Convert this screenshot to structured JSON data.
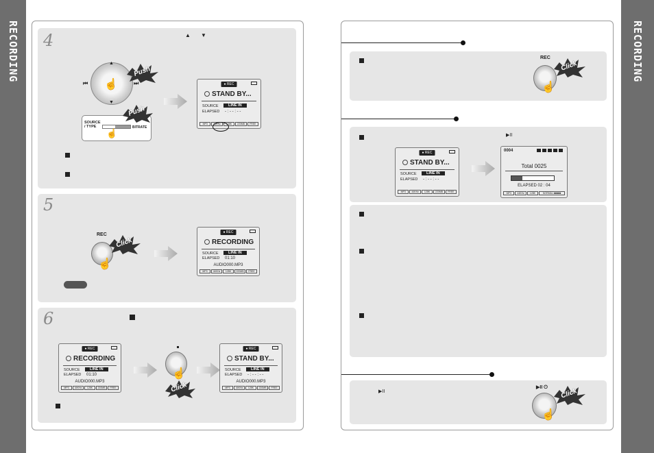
{
  "sidebar": {
    "left_title": "RECORDING",
    "right_title": "RECORDING"
  },
  "step4": {
    "num": "4",
    "up_icon": "▲",
    "down_icon": "▼",
    "push_label_1": "Push",
    "push_label_2": "Push",
    "source_type": "SOURCE\n/ TYPE",
    "bitrate": "BITRATE",
    "lcd": {
      "tag": "● REC",
      "title": "STAND BY...",
      "source": "SOURCE",
      "source_val": "LINE IN",
      "elapsed": "ELAPSED",
      "elapsed_val": "- : - - : - -",
      "status": [
        "MP3",
        "44KHz",
        "128K",
        "220MB",
        "FREE"
      ]
    }
  },
  "step5": {
    "num": "5",
    "rec_label": "REC",
    "click_label": "Click",
    "lcd": {
      "tag": "● REC",
      "title": "RECORDING",
      "source": "SOURCE",
      "source_val": "LINE IN",
      "elapsed": "ELAPSED",
      "elapsed_val": "01:10",
      "file": "AUDIO000.MP3",
      "status": [
        "MP3",
        "44KHz",
        "128K",
        "220MB",
        "FREE"
      ]
    }
  },
  "step6": {
    "num": "6",
    "click_label": "Click",
    "lcd1": {
      "tag": "● REC",
      "title": "RECORDING",
      "source": "SOURCE",
      "source_val": "LINE IN",
      "elapsed": "ELAPSED",
      "elapsed_val": "01:10",
      "file": "AUDIO000.MP3",
      "status": [
        "MP3",
        "44KHz",
        "128K",
        "220MB",
        "FREE"
      ]
    },
    "lcd2": {
      "tag": "● REC",
      "title": "STAND BY...",
      "source": "SOURCE",
      "source_val": "LINE IN",
      "elapsed": "ELAPSED",
      "elapsed_val": "- : - - : - -",
      "file": "AUDIO000.MP3",
      "status": [
        "MP3",
        "44KHz",
        "128K",
        "220MB",
        "FREE"
      ]
    }
  },
  "right1": {
    "rec_label": "REC",
    "click_label": "Click"
  },
  "right2": {
    "play_icon": "▶II",
    "lcd1": {
      "tag": "● REC",
      "title": "STAND BY...",
      "source": "SOURCE",
      "source_val": "LINE IN",
      "elapsed": "ELAPSED",
      "elapsed_val": "- : - - : - -",
      "status": [
        "MP3",
        "44KHz",
        "128K",
        "220MB",
        "FREE"
      ]
    },
    "lcd2": {
      "track": "0004",
      "total": "Total   0025",
      "elapsed": "ELAPSED   02 : 04",
      "status": [
        "MP3",
        "44KHz",
        "128K",
        "NORMAL ■■■■■"
      ]
    }
  },
  "right3": {
    "play_icon": "▶II",
    "click_label": "Click",
    "power_icon": "▶II ⏻"
  }
}
